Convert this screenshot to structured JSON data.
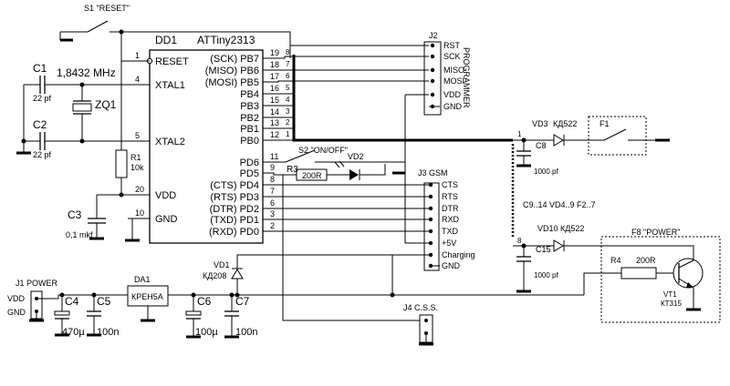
{
  "chip": {
    "ref": "DD1",
    "name": "ATTiny2313"
  },
  "chip_left_pins": [
    {
      "num": "1",
      "label": "RESET"
    },
    {
      "num": "4",
      "label": "XTAL1"
    },
    {
      "num": "5",
      "label": "XTAL2"
    },
    {
      "num": "20",
      "label": "VDD"
    },
    {
      "num": "10",
      "label": "GND"
    }
  ],
  "chip_right_pins": [
    {
      "num": "19",
      "label": "(SCK) PB7"
    },
    {
      "num": "18",
      "label": "(MISO) PB6"
    },
    {
      "num": "17",
      "label": "(MOSI) PB5"
    },
    {
      "num": "16",
      "label": "PB4"
    },
    {
      "num": "15",
      "label": "PB3"
    },
    {
      "num": "14",
      "label": "PB2"
    },
    {
      "num": "13",
      "label": "PB1"
    },
    {
      "num": "12",
      "label": "PB0"
    },
    {
      "num": "11",
      "label": "PD6"
    },
    {
      "num": "9",
      "label": "PD5"
    },
    {
      "num": "8",
      "label": "(CTS) PD4"
    },
    {
      "num": "7",
      "label": "(RTS) PD3"
    },
    {
      "num": "6",
      "label": "(DTR) PD2"
    },
    {
      "num": "3",
      "label": "(TXD) PD1"
    },
    {
      "num": "2",
      "label": "(RXD) PD0"
    }
  ],
  "bus_numbers": [
    "8",
    "7",
    "6",
    "5",
    "4",
    "3",
    "2",
    "1"
  ],
  "programmer": {
    "ref": "J2",
    "title": "PROGRAMMER",
    "pins": [
      "RST",
      "SCK",
      "MISO",
      "MOSI",
      "VDD",
      "GND"
    ]
  },
  "gsm": {
    "ref": "J3 GSM",
    "pins": [
      "CTS",
      "RTS",
      "DTR",
      "RXD",
      "TXD",
      "+5V",
      "Charging",
      "GND"
    ]
  },
  "labels": {
    "s1": "S1 \"RESET\"",
    "c1": "C1",
    "c1_val": "22 pf",
    "c2": "C2",
    "c2_val": "22 pf",
    "zq1": "ZQ1",
    "freq": "1,8432 MHz",
    "r1": "R1",
    "r1_val": "10k",
    "c3": "C3",
    "c3_val": "0,1 mkf",
    "s2": "S2 \"ON/OFF\"",
    "r3": "R3",
    "r3_val": "200R",
    "vd2": "VD2",
    "vd1": "VD1",
    "vd1_val": "КД208",
    "vd3": "VD3",
    "vd3_val": "КД522",
    "f1": "F1",
    "c8": "C8",
    "c8_val": "1000 pf",
    "bus1": "1",
    "bus8": "8",
    "group": "C9..14   VD4..9  F2..7",
    "vd10": "VD10",
    "vd10_val": "КД522",
    "f8": "F8 \"POWER\"",
    "c15": "C15",
    "c15_val": "1000 pf",
    "r4": "R4",
    "r4_val": "200R",
    "vt1": "VT1",
    "vt1_val": "КТ315",
    "j1": "J1 POWER",
    "j1_vdd": "VDD",
    "j1_gnd": "GND",
    "c4": "C4",
    "c4_val": "470µ",
    "c5": "C5",
    "c5_val": "100n",
    "da1": "DA1",
    "da1_val": "КРЕН5А",
    "c6": "C6",
    "c6_val": "100µ",
    "c7": "C7",
    "c7_val": "100n",
    "j4": "J4 C.S.S."
  }
}
